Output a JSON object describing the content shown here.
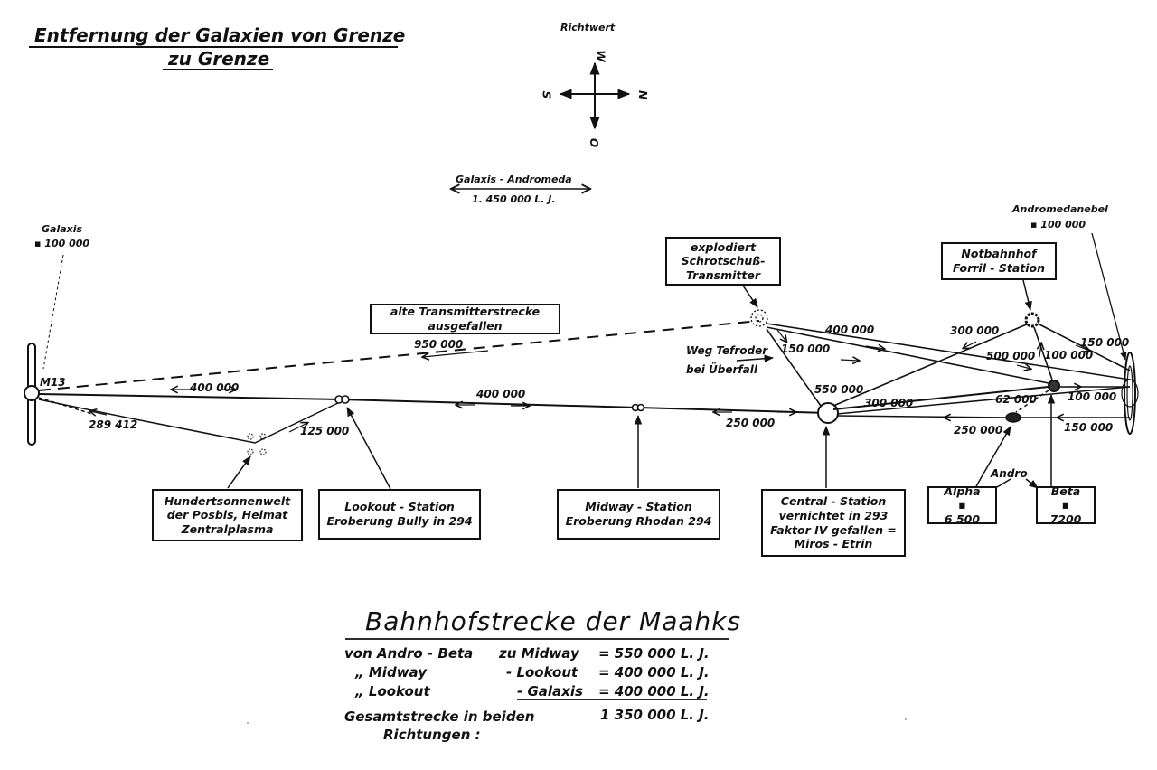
{
  "title": {
    "line1": "Entfernung  der Galaxien von Grenze",
    "line2": "zu Grenze"
  },
  "compass": {
    "label": "Richtwert",
    "w": "W",
    "s": "S",
    "n": "N",
    "o": "O"
  },
  "galaxis_andromeda": {
    "label": "Galaxis - Andromeda",
    "distance": "1. 450 000  L. J."
  },
  "galaxis": {
    "label": "Galaxis",
    "size": "100 000"
  },
  "m13": "M13",
  "andromedanebel": {
    "label": "Andromedanebel",
    "size": "100 000"
  },
  "boxes": {
    "explodiert": [
      "explodiert",
      "Schrotschuß-",
      "Transmitter"
    ],
    "notbahnhof": [
      "Notbahnhof",
      "Forril - Station"
    ],
    "alte": [
      "alte  Transmitterstrecke",
      "ausgefallen"
    ],
    "hundertsonnen": [
      "Hundertsonnenwelt",
      "der Posbis, Heimat",
      "Zentralplasma"
    ],
    "lookout": [
      "Lookout - Station",
      "Eroberung  Bully in 294"
    ],
    "midway": [
      "Midway - Station",
      "Eroberung  Rhodan 294"
    ],
    "central": [
      "Central - Station",
      "vernichtet in 293",
      "Faktor  IV  gefallen =",
      "Miros - Etrin"
    ],
    "alpha": [
      "Alpha",
      "6 500"
    ],
    "beta": [
      "Beta",
      "7200"
    ]
  },
  "weg": [
    "Weg  Tefroder",
    "bei  Überfall"
  ],
  "andro": "Andro",
  "distances": {
    "d950000": "950 000",
    "d400000_a": "400 000",
    "d289412": "289 412",
    "d125000": "125 000",
    "d400000_b": "400 000",
    "d400000_c": "400 000",
    "d150000_a": "150 000",
    "d550000": "550 000",
    "d250000_a": "250 000",
    "d300000_a": "300 000",
    "d300000_b": "300 000",
    "d500000": "500 000",
    "d100000_a": "100 000",
    "d150000_b": "150 000",
    "d62000": "62 000",
    "d100000_b": "100 000",
    "d250000_b": "250 000",
    "d150000_c": "150 000"
  },
  "bahnhof": {
    "heading": "Bahnhofstrecke  der  Maahks",
    "rows": [
      [
        "von  Andro - Beta",
        "zu  Midway",
        "=  550 000 L. J."
      ],
      [
        "„   Midway",
        "-  Lookout",
        "=  400 000 L. J."
      ],
      [
        "„   Lookout",
        "-  Galaxis",
        "=  400 000 L. J."
      ]
    ],
    "total_label_1": "Gesamtstrecke  in  beiden",
    "total_label_2": "Richtungen :",
    "total_value": "1 350 000 L. J."
  }
}
